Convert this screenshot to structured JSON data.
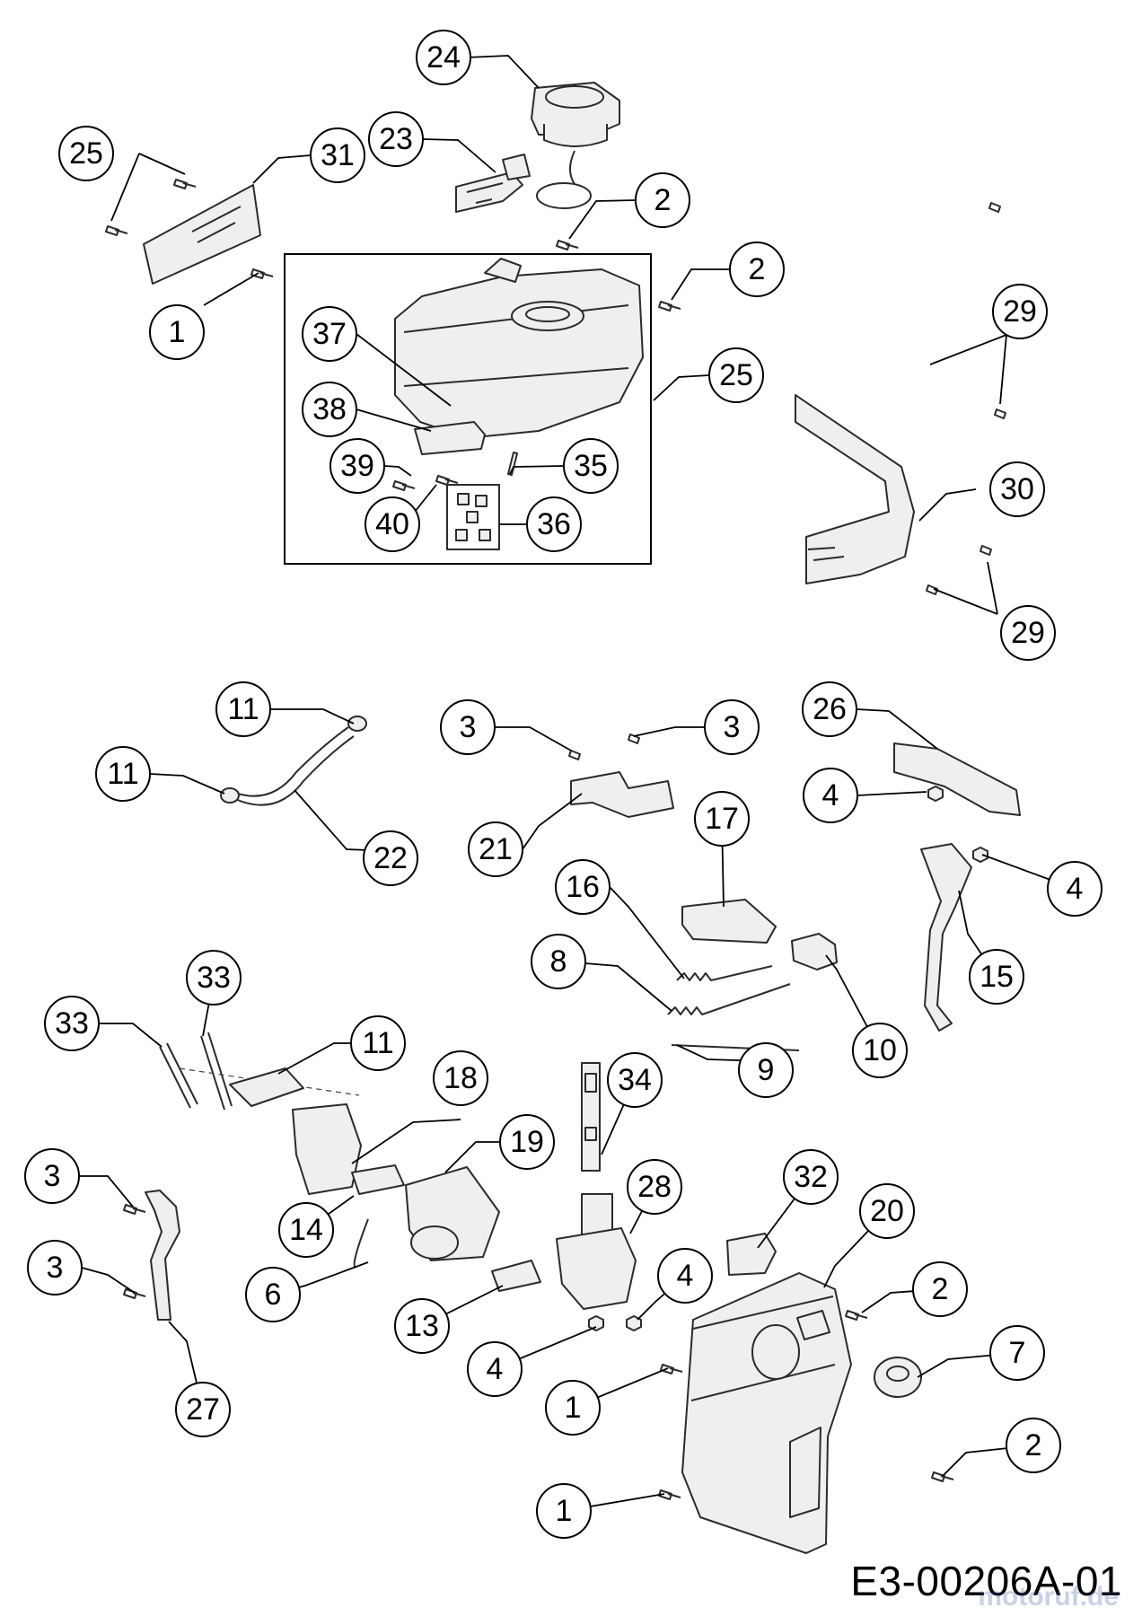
{
  "drawing_id": "E3-00206A-01",
  "watermark": "motoruf.de",
  "colors": {
    "line": "#000000",
    "part_stroke": "#2b2b2b",
    "background": "#ffffff"
  },
  "callouts": [
    {
      "label": "24"
    },
    {
      "label": "25"
    },
    {
      "label": "31"
    },
    {
      "label": "23"
    },
    {
      "label": "2"
    },
    {
      "label": "2"
    },
    {
      "label": "1"
    },
    {
      "label": "37"
    },
    {
      "label": "25"
    },
    {
      "label": "29"
    },
    {
      "label": "38"
    },
    {
      "label": "39"
    },
    {
      "label": "35"
    },
    {
      "label": "40"
    },
    {
      "label": "36"
    },
    {
      "label": "30"
    },
    {
      "label": "29"
    },
    {
      "label": "11"
    },
    {
      "label": "3"
    },
    {
      "label": "3"
    },
    {
      "label": "26"
    },
    {
      "label": "11"
    },
    {
      "label": "22"
    },
    {
      "label": "21"
    },
    {
      "label": "17"
    },
    {
      "label": "4"
    },
    {
      "label": "4"
    },
    {
      "label": "16"
    },
    {
      "label": "15"
    },
    {
      "label": "8"
    },
    {
      "label": "33"
    },
    {
      "label": "33"
    },
    {
      "label": "10"
    },
    {
      "label": "11"
    },
    {
      "label": "9"
    },
    {
      "label": "18"
    },
    {
      "label": "34"
    },
    {
      "label": "19"
    },
    {
      "label": "3"
    },
    {
      "label": "28"
    },
    {
      "label": "32"
    },
    {
      "label": "20"
    },
    {
      "label": "14"
    },
    {
      "label": "3"
    },
    {
      "label": "6"
    },
    {
      "label": "4"
    },
    {
      "label": "2"
    },
    {
      "label": "13"
    },
    {
      "label": "7"
    },
    {
      "label": "4"
    },
    {
      "label": "27"
    },
    {
      "label": "1"
    },
    {
      "label": "2"
    },
    {
      "label": "1"
    }
  ]
}
